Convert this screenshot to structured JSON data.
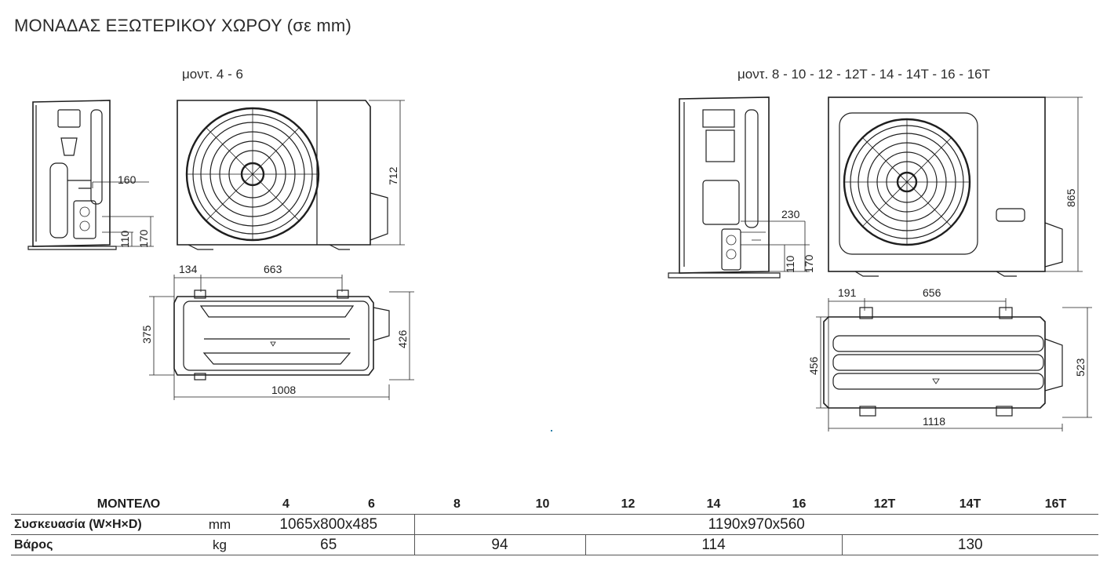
{
  "title": "ΜΟΝΑΔΑΣ ΕΞΩΤΕΡΙΚΟΥ ΧΩΡΟΥ (σε mm)",
  "left_group": {
    "label": "μοντ. 4 - 6",
    "dims": {
      "side_width": "160",
      "side_h1": "110",
      "side_h2": "170",
      "front_height": "712",
      "top_134": "134",
      "top_663": "663",
      "top_375": "375",
      "top_426": "426",
      "top_width": "1008"
    }
  },
  "right_group": {
    "label": "μοντ. 8 - 10 - 12 - 12T - 14 - 14T - 16 - 16T",
    "dims": {
      "side_width": "230",
      "side_h1": "110",
      "side_h2": "170",
      "front_height": "865",
      "top_191": "191",
      "top_656": "656",
      "top_456": "456",
      "top_523": "523",
      "top_width": "1118"
    }
  },
  "table": {
    "header_label": "ΜΟΝΤΕΛΟ",
    "models": [
      "4",
      "6",
      "8",
      "10",
      "12",
      "14",
      "16",
      "12T",
      "14T",
      "16T"
    ],
    "packaging": {
      "label": "Συσκευασία (W×H×D)",
      "unit": "mm",
      "small": "1065x800x485",
      "large": "1190x970x560"
    },
    "weight": {
      "label": "Βάρος",
      "unit": "kg",
      "w1": "65",
      "w2": "94",
      "w3": "114",
      "w4": "130"
    }
  }
}
